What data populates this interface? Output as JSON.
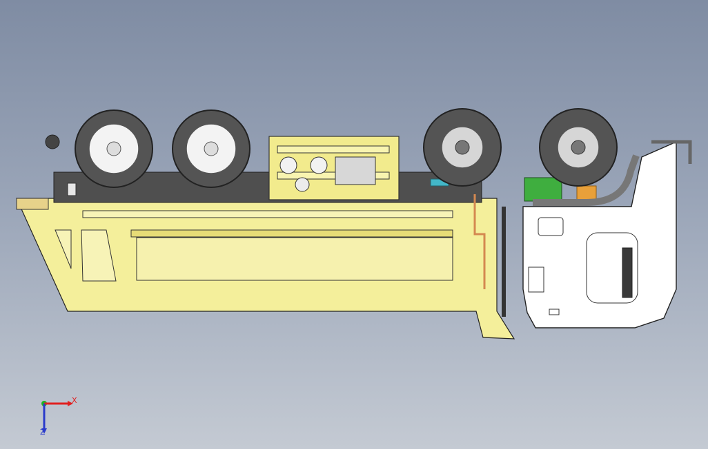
{
  "viewport": {
    "background_top": "#7f8ca3",
    "background_bottom": "#c4cad3"
  },
  "model": {
    "subject": "truck-assembly",
    "colors": {
      "body": "#f4ef9b",
      "body_shadow": "#e8df78",
      "outline": "#222222",
      "tire": "#555555",
      "rim": "#f2f2f2",
      "chassis": "#4a4a4a",
      "cab": "#ffffff",
      "accent_green": "#3fae3f",
      "accent_orange": "#e8a03a",
      "accent_cyan": "#43b7c8"
    }
  },
  "triad": {
    "x_label": "X",
    "z_label": "Z",
    "x_color": "#e02020",
    "y_color": "#1eb51e",
    "z_color": "#2a3acb"
  }
}
